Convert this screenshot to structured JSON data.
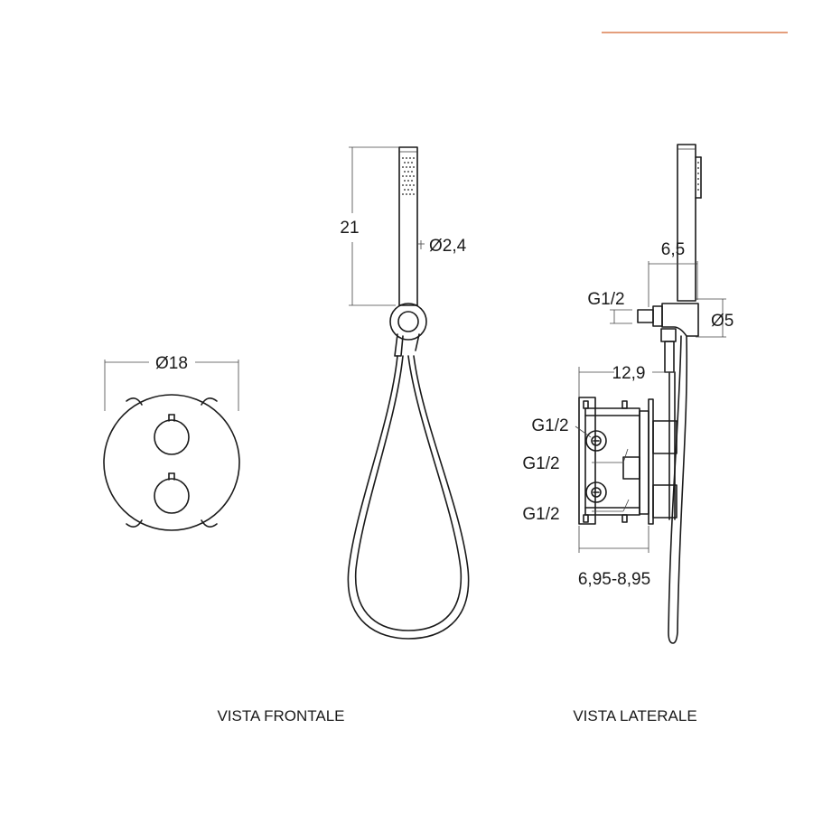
{
  "accent_color": "#e0906a",
  "front_view": {
    "caption": "VISTA FRONTALE",
    "plate_diameter": "Ø18",
    "handshower_length": "21",
    "handshower_diameter": "Ø2,4"
  },
  "side_view": {
    "caption": "VISTA LATERALE",
    "bracket_depth": "6,5",
    "outlet_thread": "G1/2",
    "holder_diameter": "Ø5",
    "body_depth": "12,9",
    "inlet_thread_top": "G1/2",
    "inlet_thread_mid": "G1/2",
    "inlet_thread_bottom": "G1/2",
    "installation_depth": "6,95-8,95"
  }
}
